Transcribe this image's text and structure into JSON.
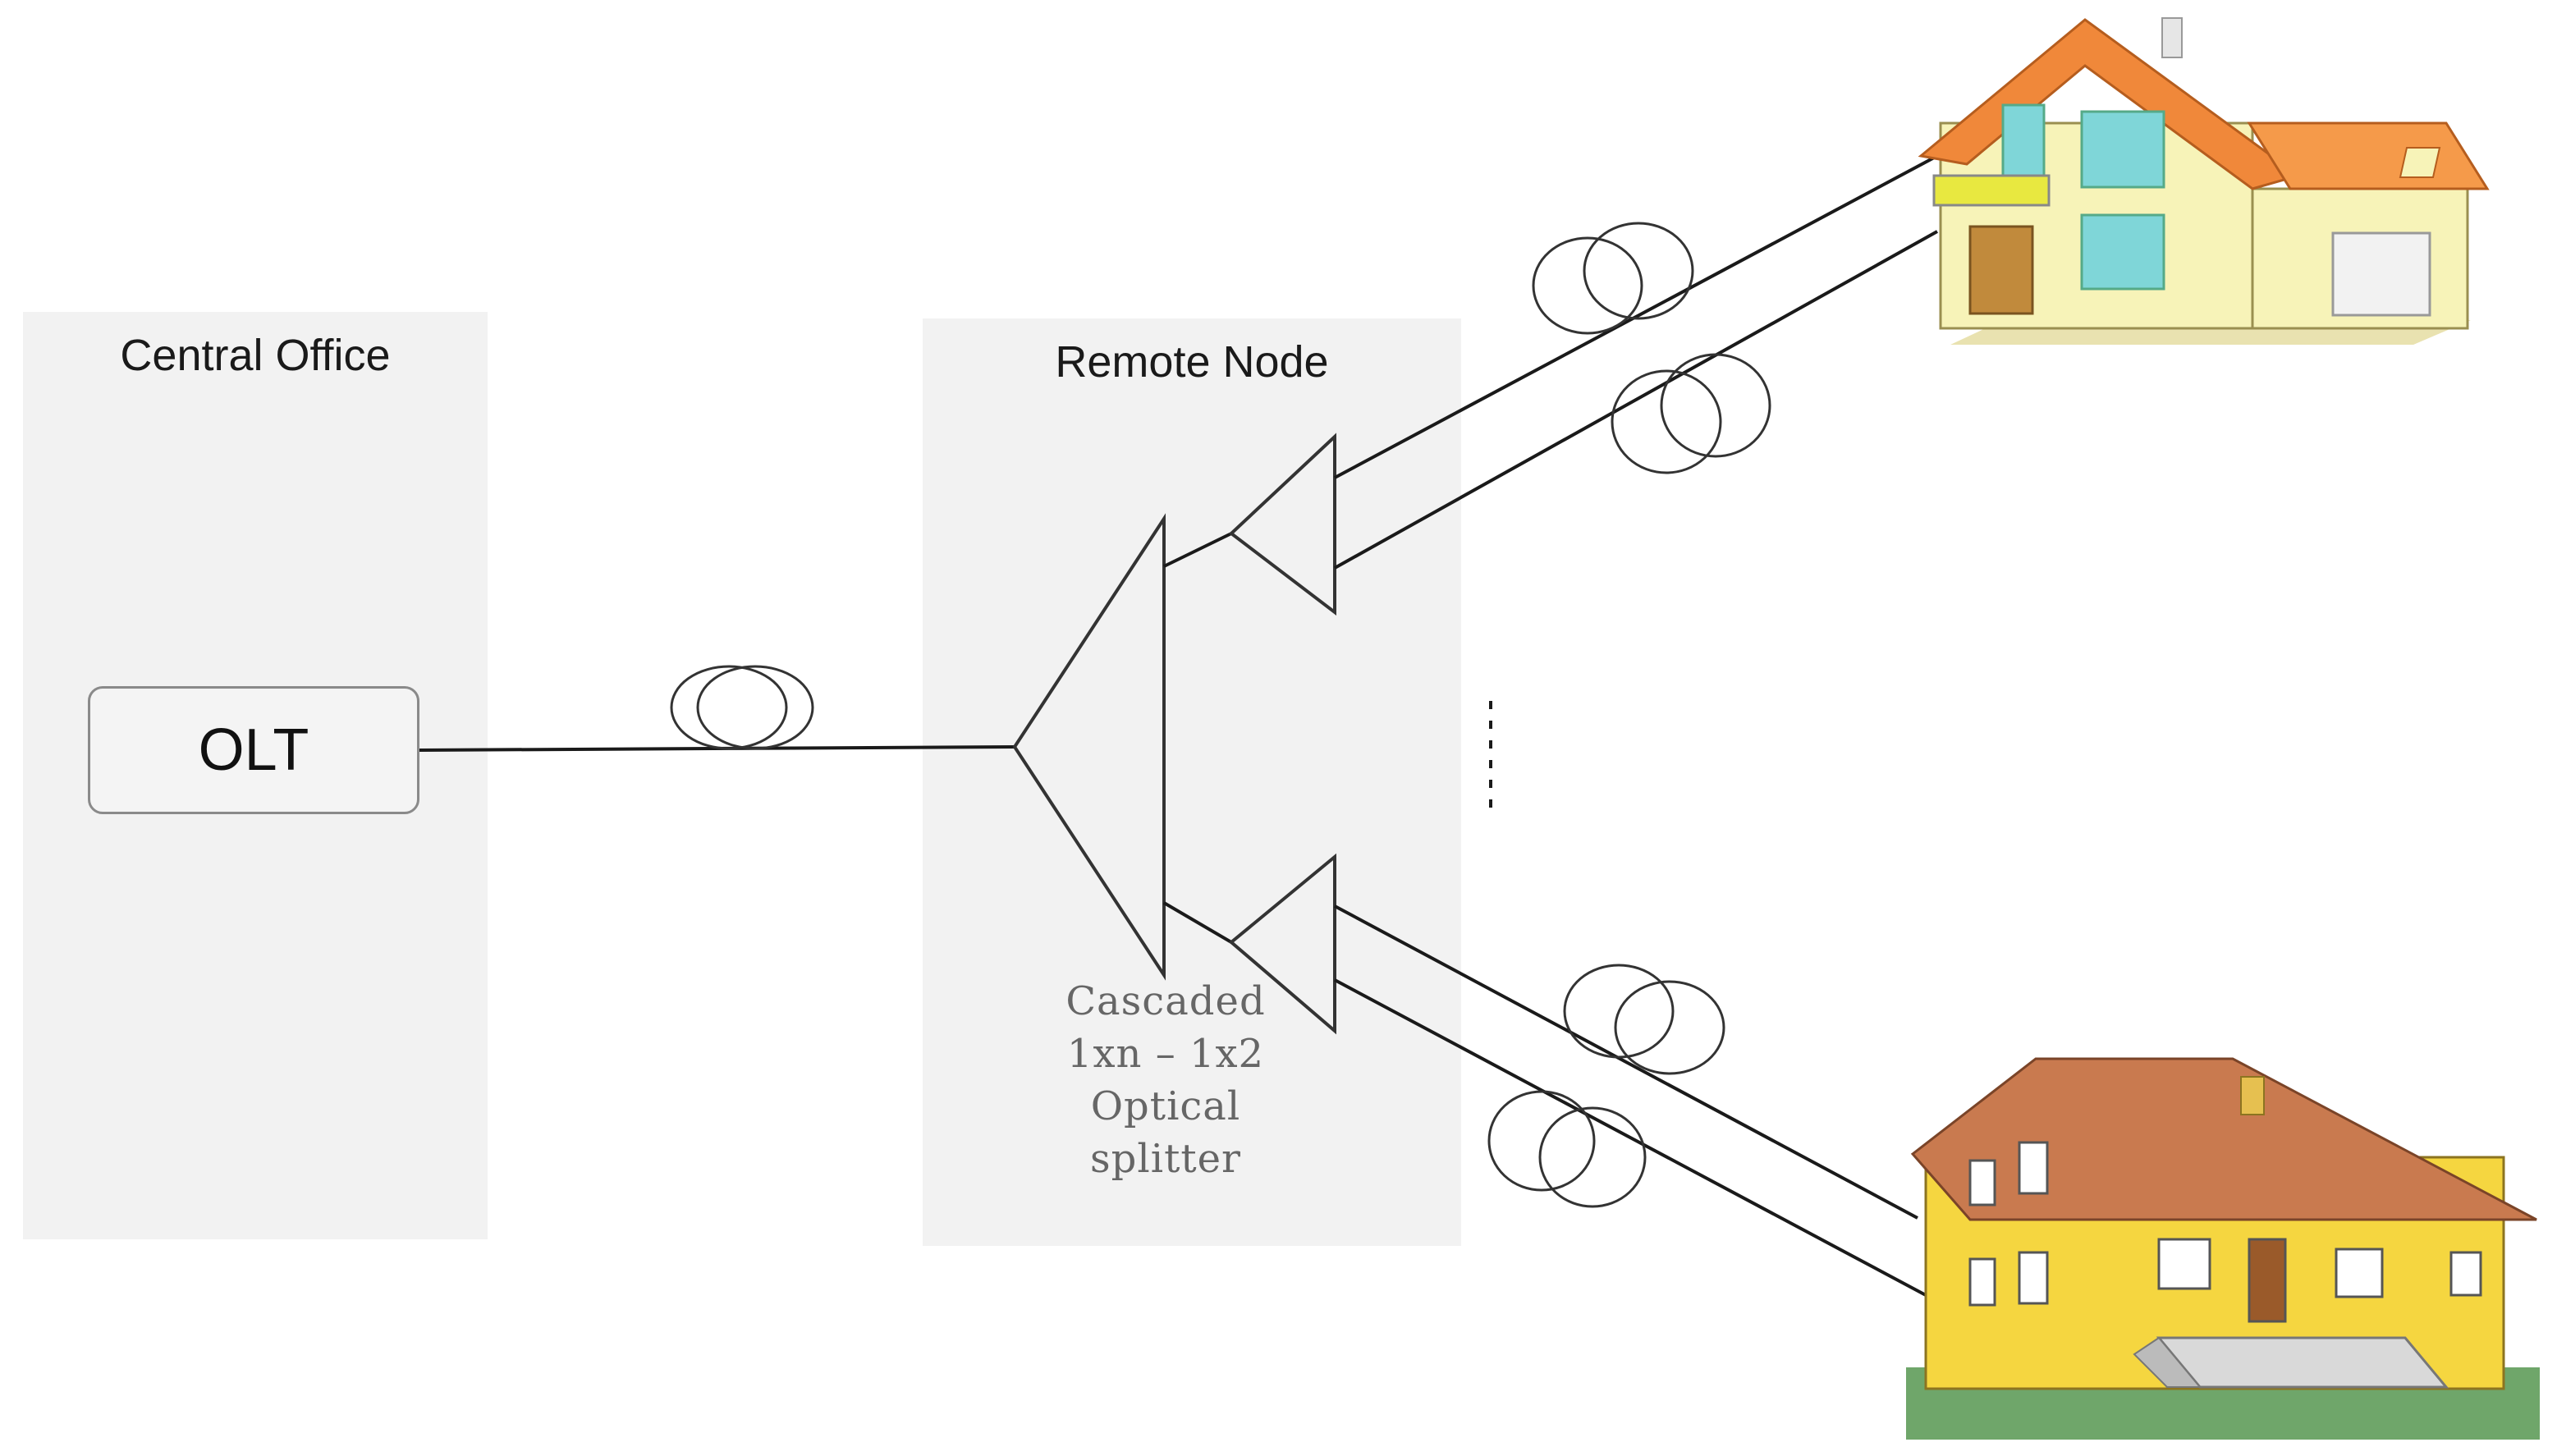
{
  "central_office": {
    "label": "Central Office"
  },
  "olt": {
    "label": "OLT"
  },
  "remote_node": {
    "label": "Remote Node"
  },
  "splitter": {
    "caption_lines": [
      "Cascaded",
      "1xn – 1x2",
      "Optical",
      "splitter"
    ]
  },
  "colors": {
    "box_fill": "#f2f2f2",
    "line": "#1a1a1a",
    "roof_orange": "#f0883a",
    "roof_brown": "#c97a4f",
    "wall_cream": "#f7f3b8",
    "wall_yellow": "#f5d640"
  }
}
